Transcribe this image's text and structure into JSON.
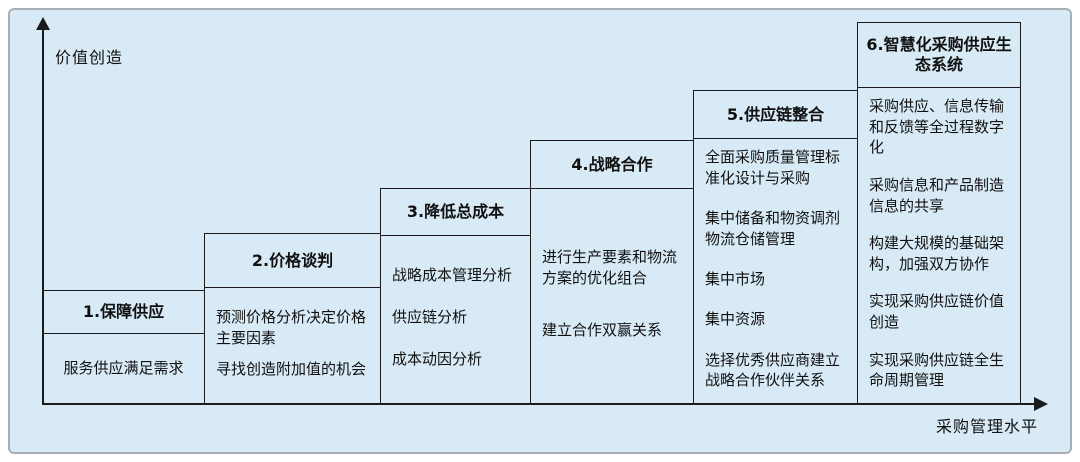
{
  "diagram": {
    "type": "staircase-maturity-model",
    "panel_bg": "#d8eaf6",
    "panel_border": "#a7afb6",
    "line_color": "#1a1a1a"
  },
  "axes": {
    "y_label": "价值创造",
    "x_label": "采购管理水平"
  },
  "steps": [
    {
      "title": "1.保障供应",
      "items": [
        "服务供应满足需求"
      ]
    },
    {
      "title": "2.价格谈判",
      "items": [
        "预测价格分析决定价格主要因素",
        "寻找创造附加值的机会"
      ]
    },
    {
      "title": "3.降低总成本",
      "items": [
        "战略成本管理分析",
        "供应链分析",
        "成本动因分析"
      ]
    },
    {
      "title": "4.战略合作",
      "items": [
        "进行生产要素和物流方案的优化组合",
        "建立合作双赢关系"
      ]
    },
    {
      "title": "5.供应链整合",
      "items": [
        "全面采购质量管理标准化设计与采购",
        "集中储备和物资调剂物流仓储管理",
        "集中市场",
        "集中资源",
        "选择优秀供应商建立战略合作伙伴关系"
      ]
    },
    {
      "title": "6.智慧化采购供应生态系统",
      "items": [
        "采购供应、信息传输和反馈等全过程数字化",
        "采购信息和产品制造信息的共享",
        "构建大规模的基础架构，加强双方协作",
        "实现采购供应链价值创造",
        "实现采购供应链全生命周期管理"
      ]
    }
  ]
}
